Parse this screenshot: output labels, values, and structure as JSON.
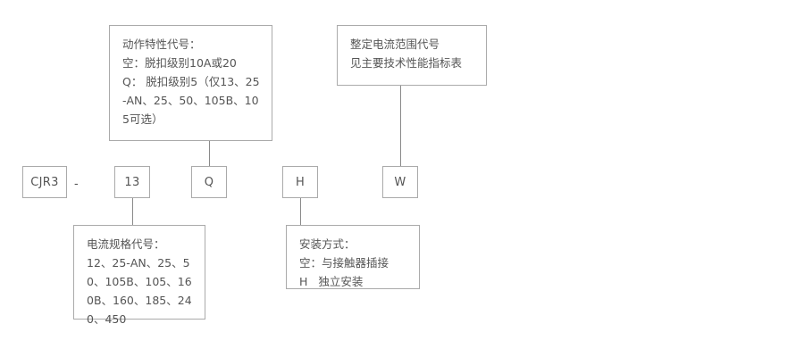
{
  "diagram": {
    "type": "product-model-code-breakdown",
    "series": "CJR3",
    "code_segments": [
      {
        "id": "series",
        "label": "CJR3"
      },
      {
        "id": "separator",
        "label": "-"
      },
      {
        "id": "current-spec",
        "label": "13"
      },
      {
        "id": "trip-characteristic",
        "label": "Q"
      },
      {
        "id": "mounting",
        "label": "H"
      },
      {
        "id": "current-range",
        "label": "W"
      }
    ],
    "callouts": {
      "trip_characteristic": {
        "id": "trip-characteristic-callout",
        "text": "动作特性代号：\n空：脱扣级别10A或20\nQ： 脱扣级别5（仅13、25-AN、25、50、105B、105可选）"
      },
      "current_range": {
        "id": "current-range-callout",
        "text": "整定电流范围代号\n见主要技术性能指标表"
      },
      "current_spec": {
        "id": "current-spec-callout",
        "text": "电流规格代号：\n12、25-AN、25、50、105B、105、160B、160、185、240、450"
      },
      "mounting": {
        "id": "mounting-callout",
        "text": "安装方式：\n空：与接触器插接\nH   独立安装"
      }
    },
    "colors": {
      "border": "#aaaaaa",
      "connector": "#8a8a8a",
      "text": "#555555",
      "background": "#ffffff"
    }
  }
}
